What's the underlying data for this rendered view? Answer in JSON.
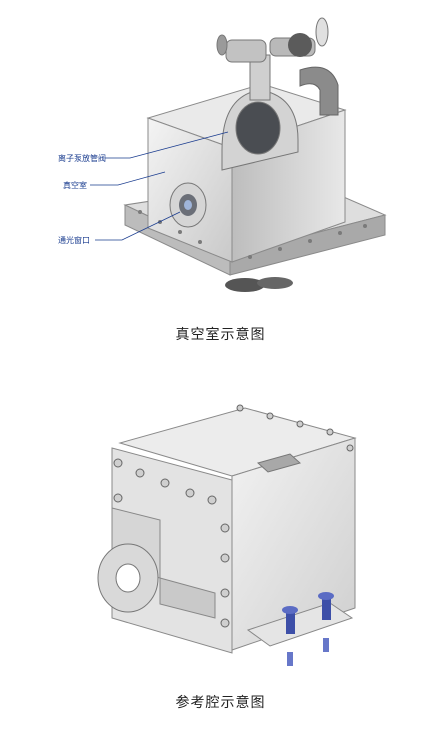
{
  "figures": [
    {
      "caption": "真空室示意图",
      "callouts": [
        "离子泵放管阀",
        "真空室",
        "通光窗口"
      ]
    },
    {
      "caption": "参考腔示意图"
    }
  ]
}
